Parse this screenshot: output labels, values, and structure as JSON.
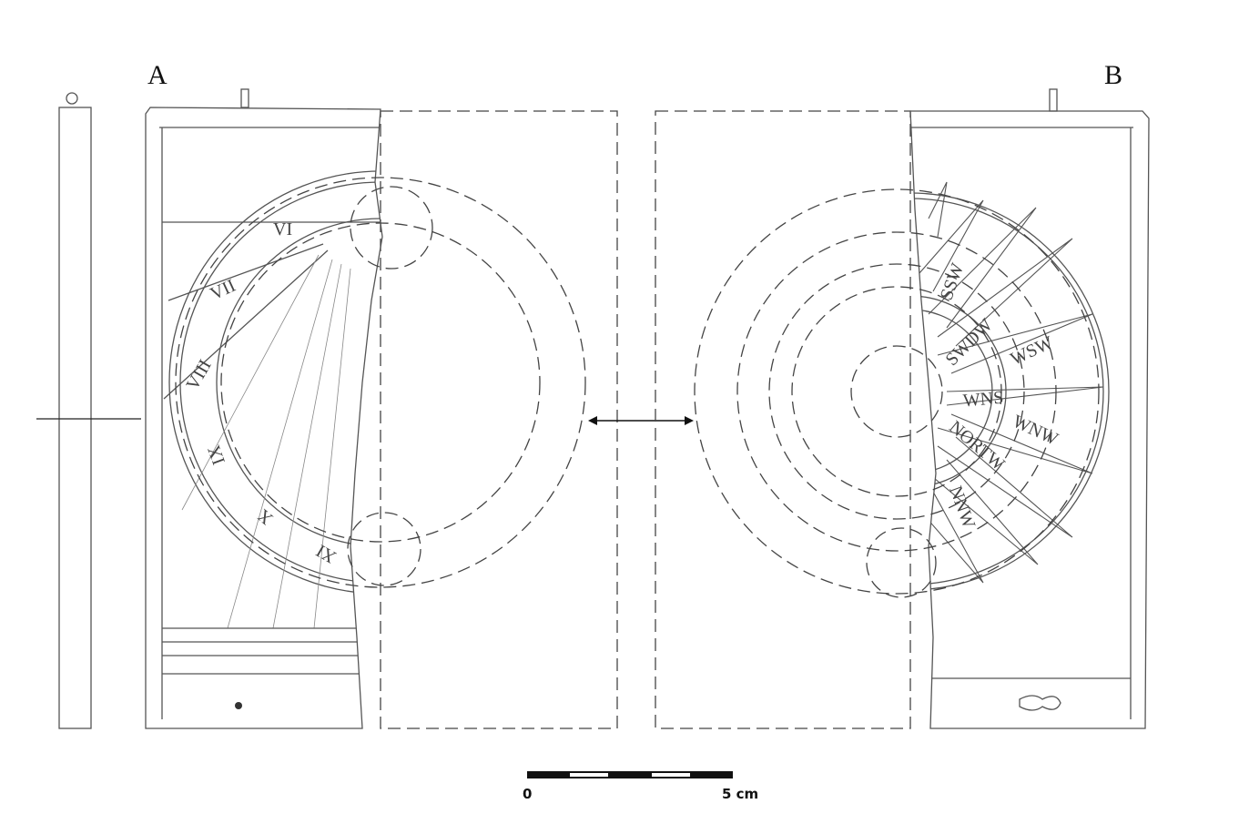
{
  "panels": {
    "a": {
      "label": "A",
      "hour_numerals": [
        "VI",
        "VII",
        "VIII",
        "IX",
        "X",
        "XI"
      ]
    },
    "b": {
      "label": "B",
      "compass_points": [
        "SSW",
        "SWDW",
        "WSW",
        "WNS",
        "WNW",
        "NORTW",
        "NNW"
      ]
    }
  },
  "scale_bar": {
    "start_label": "0",
    "end_label": "5 cm"
  }
}
